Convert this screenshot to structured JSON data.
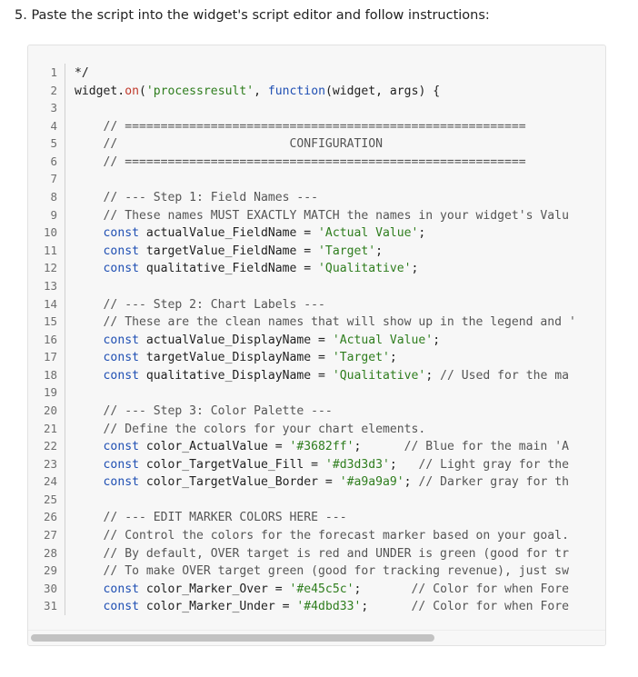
{
  "heading": "5. Paste the script into the widget's script editor and follow instructions:",
  "code_lines": [
    {
      "n": "1",
      "t": "*/"
    },
    {
      "n": "2",
      "t": "widget.on('processresult', function(widget, args) {"
    },
    {
      "n": "3",
      "t": ""
    },
    {
      "n": "4",
      "t": "    // ========================================================"
    },
    {
      "n": "5",
      "t": "    //                        CONFIGURATION"
    },
    {
      "n": "6",
      "t": "    // ========================================================"
    },
    {
      "n": "7",
      "t": ""
    },
    {
      "n": "8",
      "t": "    // --- Step 1: Field Names ---"
    },
    {
      "n": "9",
      "t": "    // These names MUST EXACTLY MATCH the names in your widget's Valu"
    },
    {
      "n": "10",
      "t": "    const actualValue_FieldName = 'Actual Value';"
    },
    {
      "n": "11",
      "t": "    const targetValue_FieldName = 'Target';"
    },
    {
      "n": "12",
      "t": "    const qualitative_FieldName = 'Qualitative';"
    },
    {
      "n": "13",
      "t": ""
    },
    {
      "n": "14",
      "t": "    // --- Step 2: Chart Labels ---"
    },
    {
      "n": "15",
      "t": "    // These are the clean names that will show up in the legend and '"
    },
    {
      "n": "16",
      "t": "    const actualValue_DisplayName = 'Actual Value';"
    },
    {
      "n": "17",
      "t": "    const targetValue_DisplayName = 'Target';"
    },
    {
      "n": "18",
      "t": "    const qualitative_DisplayName = 'Qualitative'; // Used for the ma"
    },
    {
      "n": "19",
      "t": ""
    },
    {
      "n": "20",
      "t": "    // --- Step 3: Color Palette ---"
    },
    {
      "n": "21",
      "t": "    // Define the colors for your chart elements."
    },
    {
      "n": "22",
      "t": "    const color_ActualValue = '#3682ff';      // Blue for the main 'A"
    },
    {
      "n": "23",
      "t": "    const color_TargetValue_Fill = '#d3d3d3';   // Light gray for the"
    },
    {
      "n": "24",
      "t": "    const color_TargetValue_Border = '#a9a9a9'; // Darker gray for th"
    },
    {
      "n": "25",
      "t": ""
    },
    {
      "n": "26",
      "t": "    // --- EDIT MARKER COLORS HERE ---"
    },
    {
      "n": "27",
      "t": "    // Control the colors for the forecast marker based on your goal."
    },
    {
      "n": "28",
      "t": "    // By default, OVER target is red and UNDER is green (good for tr"
    },
    {
      "n": "29",
      "t": "    // To make OVER target green (good for tracking revenue), just sw"
    },
    {
      "n": "30",
      "t": "    const color_Marker_Over = '#e45c5c';       // Color for when Fore"
    },
    {
      "n": "31",
      "t": "    const color_Marker_Under = '#4dbd33';      // Color for when Fore"
    }
  ]
}
